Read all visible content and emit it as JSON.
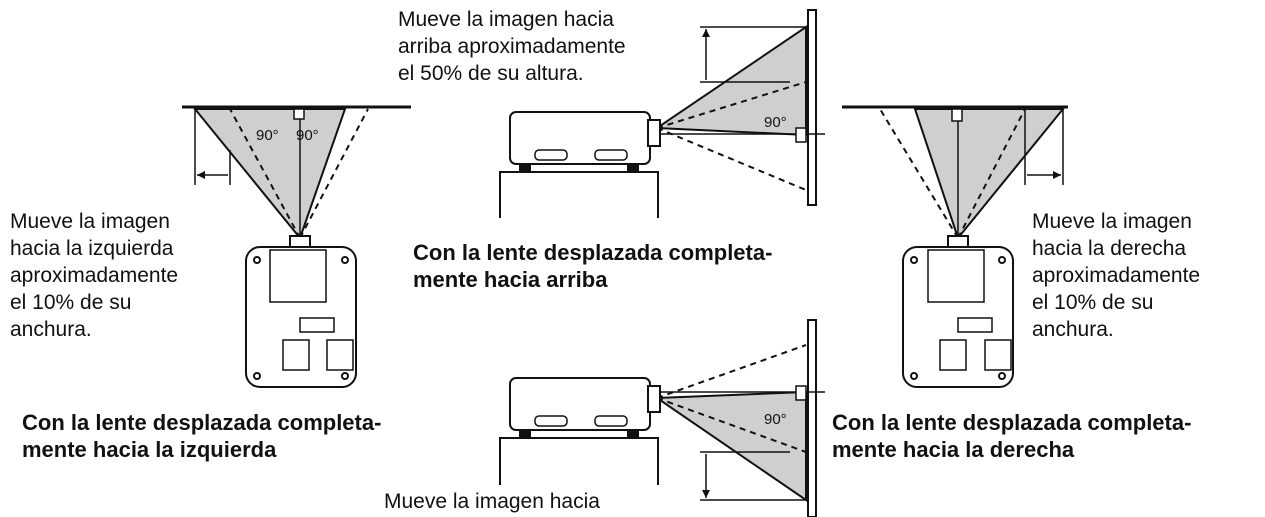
{
  "left": {
    "caption": [
      "Con la lente desplazada completa-",
      "mente hacia la izquierda"
    ],
    "note": [
      "Mueve la imagen",
      "hacia la izquierda",
      "aproximadamente",
      "el 10% de su",
      "anchura."
    ],
    "angle_a": "90°",
    "angle_b": "90°"
  },
  "top_center": {
    "caption": [
      "Con la lente desplazada completa-",
      "mente hacia arriba"
    ],
    "note": [
      "Mueve la imagen hacia",
      "arriba aproximadamente",
      "el 50% de su altura."
    ],
    "angle": "90°"
  },
  "right": {
    "caption": [
      "Con la lente desplazada completa-",
      "mente hacia la derecha"
    ],
    "note": [
      "Mueve la imagen",
      "hacia la derecha",
      "aproximadamente",
      "el 10% de su",
      "anchura."
    ]
  },
  "bottom_center": {
    "note": [
      "Mueve la imagen hacia"
    ],
    "angle": "90°"
  }
}
